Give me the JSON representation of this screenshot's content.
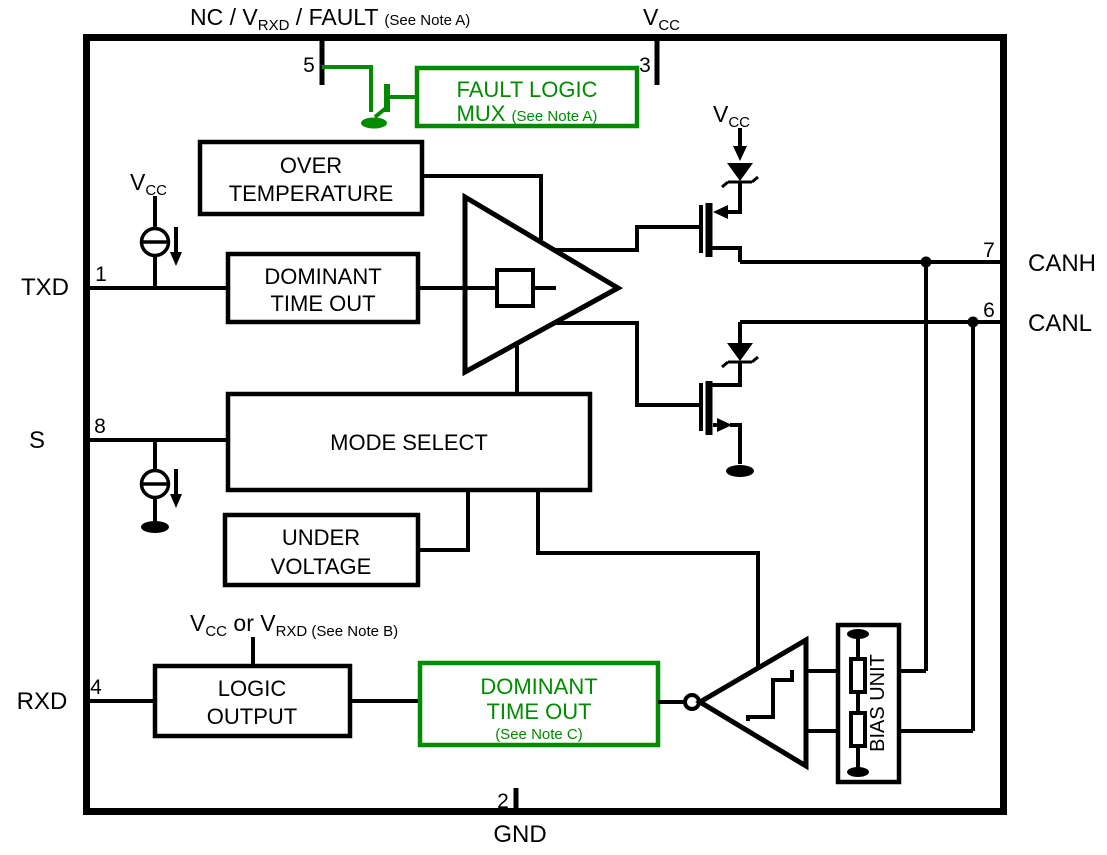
{
  "colors": {
    "accent_green": "#008b00",
    "line_black": "#000000"
  },
  "top_left_pin_label": {
    "pre": "NC / V",
    "sub": "RXD",
    "post": " / FAULT ",
    "note": "(See Note A)"
  },
  "pins": {
    "pin5": {
      "number": "5"
    },
    "pin3": {
      "number": "3",
      "label_pre": "V",
      "label_sub": "CC"
    },
    "pin1": {
      "number": "1",
      "name": "TXD"
    },
    "pin8": {
      "number": "8",
      "name": "S"
    },
    "pin4": {
      "number": "4",
      "name": "RXD"
    },
    "pin7": {
      "number": "7",
      "name": "CANH"
    },
    "pin6": {
      "number": "6",
      "name": "CANL"
    },
    "pin2": {
      "number": "2",
      "name": "GND"
    }
  },
  "blocks": {
    "fault_logic_mux": {
      "line1": "FAULT LOGIC",
      "line2": "MUX ",
      "note": "(See Note A)"
    },
    "over_temperature": {
      "line1": "OVER",
      "line2": "TEMPERATURE"
    },
    "dominant_time_out_top": {
      "line1": "DOMINANT",
      "line2": "TIME OUT"
    },
    "mode_select": {
      "line1": "MODE SELECT"
    },
    "under_voltage": {
      "line1": "UNDER",
      "line2": "VOLTAGE"
    },
    "logic_output": {
      "line1": "LOGIC",
      "line2": "OUTPUT"
    },
    "dominant_time_out_bottom": {
      "line1": "DOMINANT",
      "line2": "TIME OUT",
      "note": "(See Note C)"
    },
    "bias_unit": {
      "label": "BIAS UNIT"
    }
  },
  "labels": {
    "txd_supply": {
      "pre": "V",
      "sub": "CC"
    },
    "driver_supply": {
      "pre": "V",
      "sub": "CC"
    },
    "logic_output_supply": {
      "pre": "V",
      "sub1": "CC",
      "mid": " or V",
      "sub2": "RXD",
      "note": " (See Note B)"
    }
  }
}
